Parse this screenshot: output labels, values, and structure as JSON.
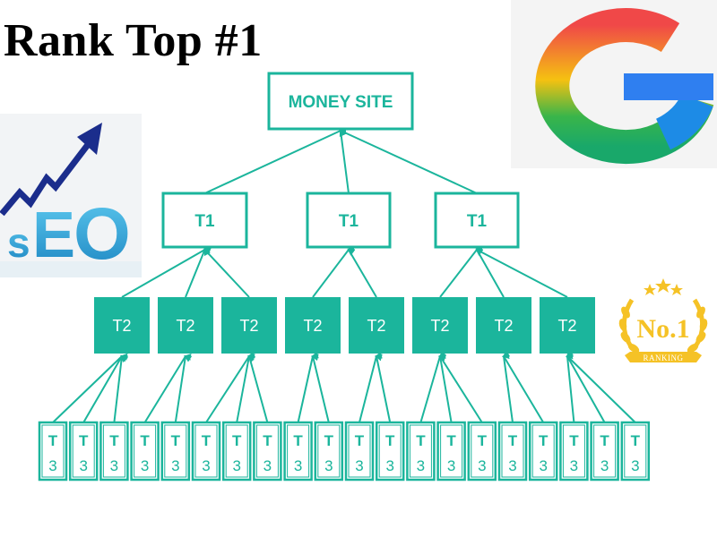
{
  "title": "Rank Top #1",
  "badges": {
    "seo": {
      "text": "SEO",
      "icon": "seo-growth-arrow-icon"
    },
    "google": {
      "icon": "google-g-logo-icon"
    },
    "ranking": {
      "main": "No.1",
      "ribbon": "RANKING",
      "stars": 3
    }
  },
  "diagram": {
    "money_site": "MONEY SITE",
    "tier1": [
      "T1",
      "T1",
      "T1"
    ],
    "tier2": [
      "T2",
      "T2",
      "T2",
      "T2",
      "T2",
      "T2",
      "T2",
      "T2"
    ],
    "tier3_count": 20,
    "tier3_label": [
      "T",
      "3"
    ],
    "colors": {
      "teal": "#1bb59c",
      "teal_dark": "#17a58e",
      "white": "#ffffff"
    }
  }
}
